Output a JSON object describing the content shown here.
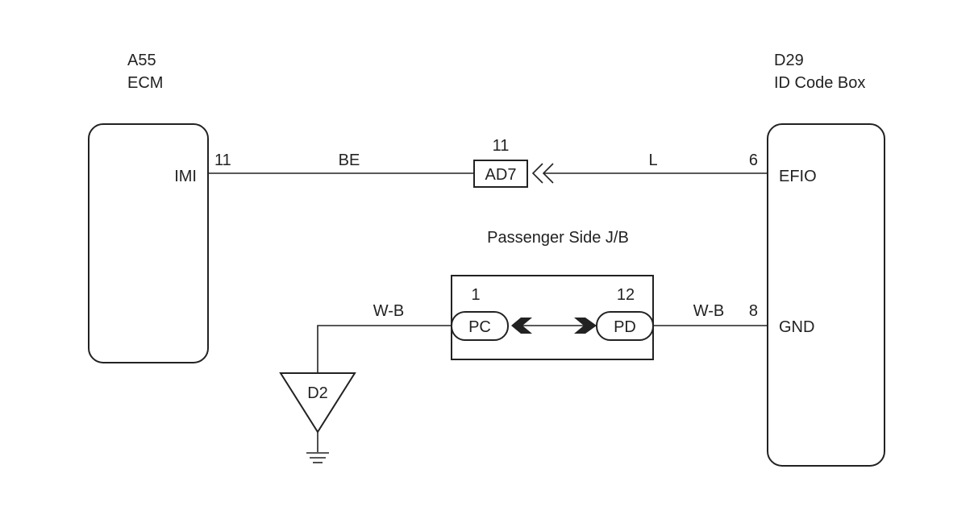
{
  "components": {
    "ecm": {
      "code": "A55",
      "name": "ECM"
    },
    "id_code_box": {
      "code": "D29",
      "name": "ID Code Box"
    }
  },
  "ecm_pins": {
    "imi_label": "IMI",
    "imi_number": "11"
  },
  "id_box_pins": {
    "efio_label": "EFIO",
    "efio_number": "6",
    "gnd_label": "GND",
    "gnd_number": "8"
  },
  "wires": {
    "imi_to_ad7": "BE",
    "ad7_to_efio": "L",
    "ground_to_pc": "W-B",
    "pd_to_gnd": "W-B"
  },
  "connector_ad7": {
    "label": "AD7",
    "pin": "11"
  },
  "junction_block": {
    "name": "Passenger Side J/B",
    "pc": {
      "label": "PC",
      "pin": "1"
    },
    "pd": {
      "label": "PD",
      "pin": "12"
    }
  },
  "ground_point": {
    "label": "D2"
  }
}
